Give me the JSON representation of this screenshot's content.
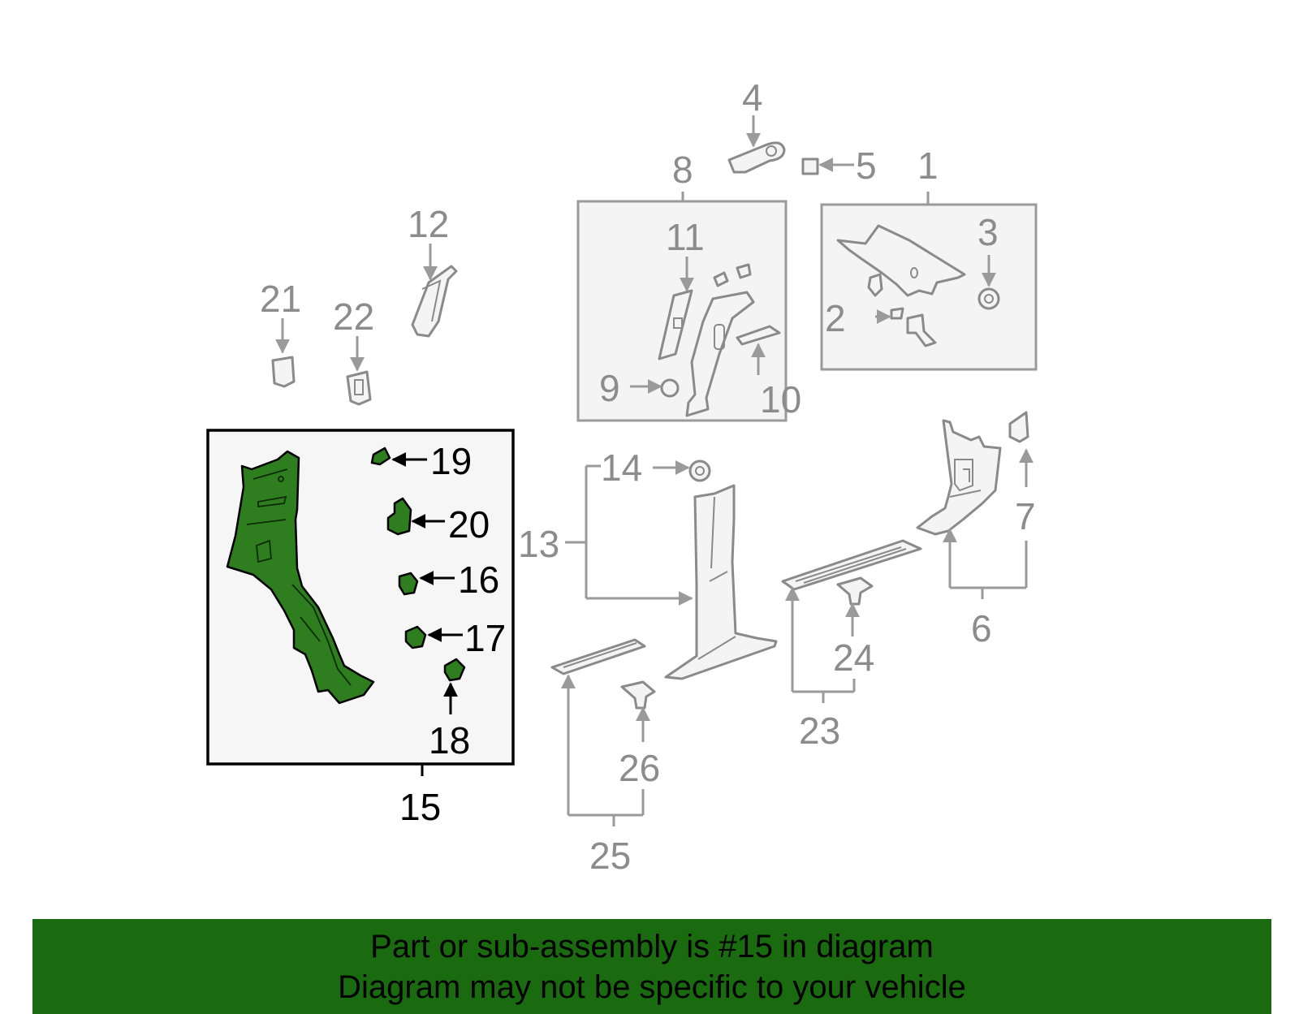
{
  "callouts": {
    "c1": "1",
    "c2": "2",
    "c3": "3",
    "c4": "4",
    "c5": "5",
    "c6": "6",
    "c7": "7",
    "c8": "8",
    "c9": "9",
    "c10": "10",
    "c11": "11",
    "c12": "12",
    "c13": "13",
    "c14": "14",
    "c15": "15",
    "c16": "16",
    "c17": "17",
    "c18": "18",
    "c19": "19",
    "c20": "20",
    "c21": "21",
    "c22": "22",
    "c23": "23",
    "c24": "24",
    "c25": "25",
    "c26": "26"
  },
  "highlighted_part": "15",
  "colors": {
    "highlight": "#2e7d1e",
    "banner": "#1a6a10",
    "line": "#9a9a9a"
  },
  "banner": {
    "line1": "Part or sub-assembly is #15 in diagram",
    "line2": "Diagram may not be specific to your vehicle"
  }
}
